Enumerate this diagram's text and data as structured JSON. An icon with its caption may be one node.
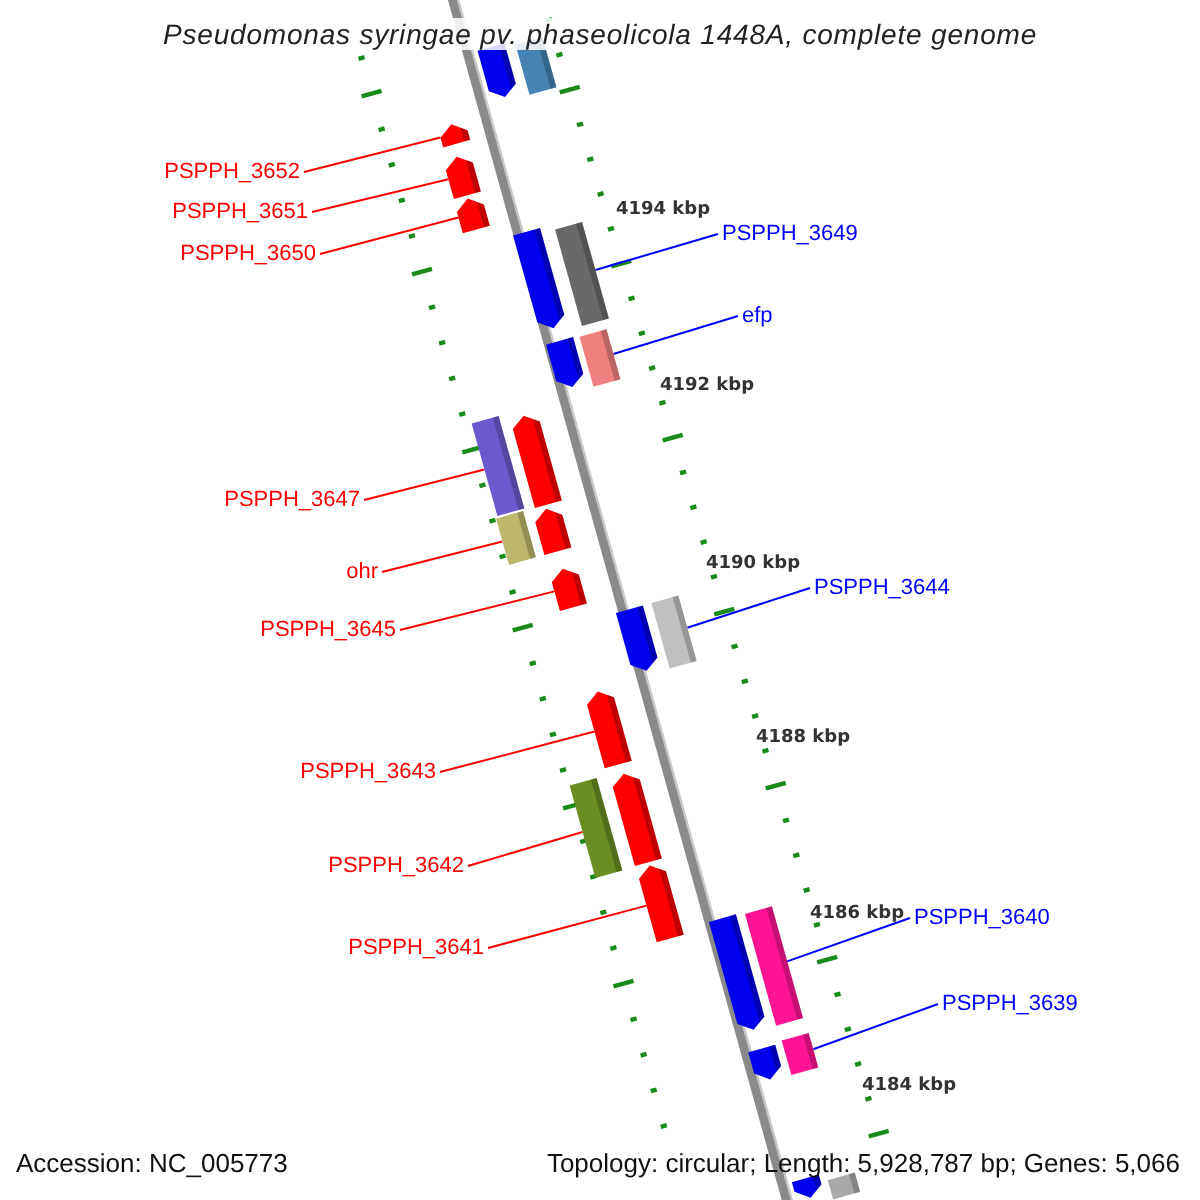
{
  "diagram": {
    "title": "Pseudomonas syringae pv. phaseolicola 1448A, complete genome",
    "nodes": [
      {
        "text": [],
        "shape": "pentagon"
      },
      {
        "text": [],
        "shape": "bar"
      },
      {
        "text": [],
        "shape": "pentagon"
      },
      {
        "text": [],
        "shape": "pentagon"
      },
      {
        "text": [],
        "shape": "pentagon"
      },
      {
        "text": [],
        "shape": "pentagon"
      },
      {
        "text": [],
        "shape": "bar"
      },
      {
        "text": [],
        "shape": "pentagon"
      },
      {
        "text": [],
        "shape": "bar"
      },
      {
        "text": [],
        "shape": "bar"
      },
      {
        "text": [],
        "shape": "pentagon"
      },
      {
        "text": [],
        "shape": "bar"
      },
      {
        "text": [],
        "shape": "pentagon"
      },
      {
        "text": [],
        "shape": "pentagon"
      },
      {
        "text": [],
        "shape": "pentagon"
      },
      {
        "text": [],
        "shape": "bar"
      },
      {
        "text": [],
        "shape": "pentagon"
      },
      {
        "text": [],
        "shape": "bar"
      },
      {
        "text": [],
        "shape": "pentagon"
      },
      {
        "text": [],
        "shape": "pentagon"
      },
      {
        "text": [],
        "shape": "pentagon"
      },
      {
        "text": [],
        "shape": "bar"
      },
      {
        "text": [],
        "shape": "pentagon"
      },
      {
        "text": [],
        "shape": "bar"
      },
      {
        "text": [],
        "shape": "pentagon"
      },
      {
        "text": [],
        "shape": "bar"
      },
      {
        "text": [
          "PSPPH_3652"
        ]
      },
      {
        "text": [
          "PSPPH_3651"
        ]
      },
      {
        "text": [
          "PSPPH_3650"
        ]
      },
      {
        "text": [
          "PSPPH_3649"
        ]
      },
      {
        "text": [
          "efp"
        ]
      },
      {
        "text": [
          "PSPPH_3647"
        ]
      },
      {
        "text": [
          "ohr"
        ]
      },
      {
        "text": [
          "PSPPH_3645"
        ]
      },
      {
        "text": [
          "PSPPH_3644"
        ]
      },
      {
        "text": [
          "PSPPH_3643"
        ]
      },
      {
        "text": [
          "PSPPH_3642"
        ]
      },
      {
        "text": [
          "PSPPH_3641"
        ]
      },
      {
        "text": [
          "PSPPH_3640"
        ]
      },
      {
        "text": [
          "PSPPH_3639"
        ]
      }
    ],
    "edges": [
      {
        "from": 26,
        "to": 2,
        "arrow": "none"
      },
      {
        "from": 27,
        "to": 3,
        "arrow": "none"
      },
      {
        "from": 28,
        "to": 4,
        "arrow": "none"
      },
      {
        "from": 29,
        "to": 6,
        "arrow": "none",
        "color": "#0000ff"
      },
      {
        "from": 30,
        "to": 8,
        "arrow": "none",
        "color": "#0000ff"
      },
      {
        "from": 31,
        "to": 9,
        "arrow": "none"
      },
      {
        "from": 32,
        "to": 11,
        "arrow": "none"
      },
      {
        "from": 33,
        "to": 13,
        "arrow": "none"
      },
      {
        "from": 34,
        "to": 15,
        "arrow": "none",
        "color": "#0000ff"
      },
      {
        "from": 35,
        "to": 16,
        "arrow": "none"
      },
      {
        "from": 36,
        "to": 17,
        "arrow": "none"
      },
      {
        "from": 37,
        "to": 19,
        "arrow": "none"
      },
      {
        "from": 38,
        "to": 21,
        "arrow": "none",
        "color": "#0000ff"
      },
      {
        "from": 39,
        "to": 23,
        "arrow": "none",
        "color": "#0000ff"
      }
    ],
    "labels": [
      "4194 kbp",
      "4192 kbp",
      "4190 kbp",
      "4188 kbp",
      "4186 kbp",
      "4184 kbp",
      "Accession: NC_005773",
      "Topology: circular; Length: 5,928,787 bp; Genes: 5,066"
    ]
  }
}
